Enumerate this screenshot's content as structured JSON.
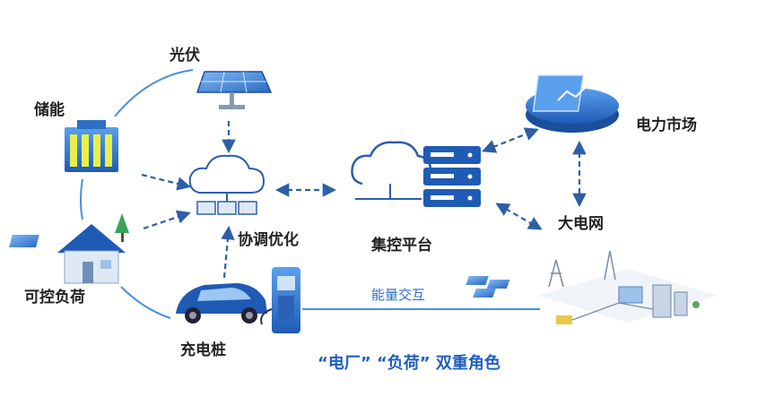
{
  "nodes": {
    "pv": "光伏",
    "storage": "储能",
    "load": "可控负荷",
    "ev": "充电桩",
    "coord": "协调优化",
    "platform": "集控平台",
    "market": "电力市场",
    "grid": "大电网"
  },
  "links": {
    "energy_exchange": "能量交互"
  },
  "caption": "“电厂” “负荷” 双重角色",
  "colors": {
    "primary_blue": "#2f6fc4",
    "dark_blue": "#1a4f9a",
    "line_blue": "#4a90d9",
    "arrow": "#2d5fa8"
  }
}
